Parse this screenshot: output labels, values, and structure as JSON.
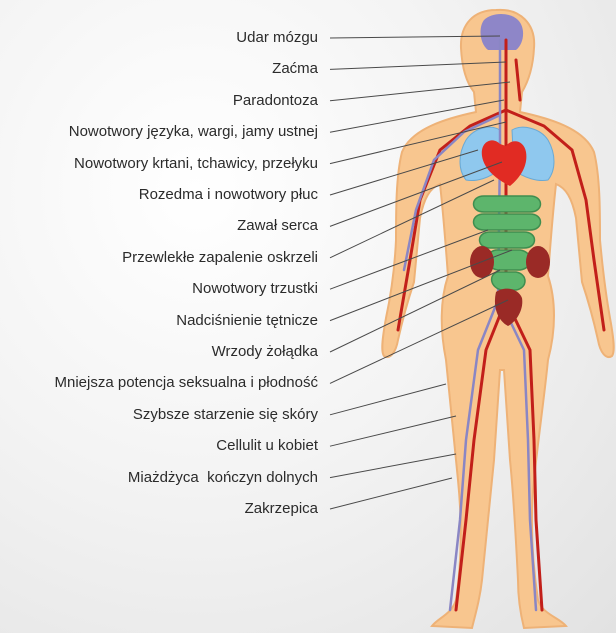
{
  "labels": [
    "Udar mózgu",
    "Zaćma",
    "Paradontoza",
    "Nowotwory języka, wargi, jamy ustnej",
    "Nowotwory krtani, tchawicy, przełyku",
    "Rozedma i nowotwory płuc",
    "Zawał serca",
    "Przewlekłe zapalenie oskrzeli",
    "Nowotwory trzustki",
    "Nadciśnienie tętnicze",
    "Wrzody żołądka",
    "Mniejsza potencja seksualna i płodność",
    "Szybsze starzenie się skóry",
    "Cellulit u kobiet",
    "Miażdżyca  kończyn dolnych",
    "Zakrzepica"
  ],
  "colors": {
    "skin": "#f8c68f",
    "skin_edge": "#eeb277",
    "lungs": "#8fc8ee",
    "heart": "#e12b23",
    "artery": "#c21f1a",
    "vein": "#8a86c4",
    "intestines": "#5db56c",
    "kidney": "#9a2a26",
    "brain": "#8e86c8",
    "leader_line": "#4a4a4a"
  }
}
